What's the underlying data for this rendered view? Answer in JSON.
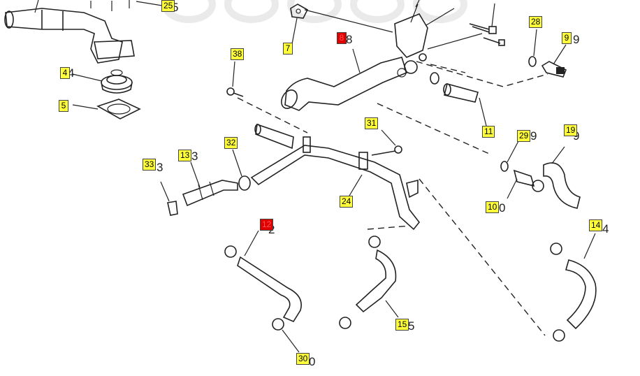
{
  "diagram": {
    "title": "",
    "callouts": [
      {
        "id": "c25",
        "label": "25",
        "color": "#ffff3a"
      },
      {
        "id": "c4",
        "label": "4",
        "color": "#ffff3a"
      },
      {
        "id": "c5",
        "label": "5",
        "color": "#ffff3a"
      },
      {
        "id": "c7",
        "label": "7",
        "color": "#ffff3a"
      },
      {
        "id": "c8",
        "label": "8",
        "color": "#e00000"
      },
      {
        "id": "c38",
        "label": "38",
        "color": "#ffff3a"
      },
      {
        "id": "c28",
        "label": "28",
        "color": "#ffff3a"
      },
      {
        "id": "c9",
        "label": "9",
        "color": "#ffff3a"
      },
      {
        "id": "c11",
        "label": "11",
        "color": "#ffff3a"
      },
      {
        "id": "c31",
        "label": "31",
        "color": "#ffff3a"
      },
      {
        "id": "c32",
        "label": "32",
        "color": "#ffff3a"
      },
      {
        "id": "c33",
        "label": "33",
        "color": "#ffff3a"
      },
      {
        "id": "c13",
        "label": "13",
        "color": "#ffff3a"
      },
      {
        "id": "c29",
        "label": "29",
        "color": "#ffff3a"
      },
      {
        "id": "c19",
        "label": "19",
        "color": "#ffff3a"
      },
      {
        "id": "c24",
        "label": "24",
        "color": "#ffff3a"
      },
      {
        "id": "c10",
        "label": "10",
        "color": "#ffff3a"
      },
      {
        "id": "c12",
        "label": "12",
        "color": "#e00000"
      },
      {
        "id": "c14",
        "label": "14",
        "color": "#ffff3a"
      },
      {
        "id": "c15",
        "label": "15",
        "color": "#ffff3a"
      },
      {
        "id": "c30",
        "label": "30",
        "color": "#ffff3a"
      }
    ],
    "ghost_numbers": [
      {
        "id": "g25",
        "text": "5"
      },
      {
        "id": "g4",
        "text": "4"
      },
      {
        "id": "g8",
        "text": "8"
      },
      {
        "id": "g9",
        "text": "9"
      },
      {
        "id": "g33",
        "text": "3"
      },
      {
        "id": "g13",
        "text": "3"
      },
      {
        "id": "g29",
        "text": "9"
      },
      {
        "id": "g19",
        "text": "9"
      },
      {
        "id": "g10",
        "text": "0"
      },
      {
        "id": "g12",
        "text": "2"
      },
      {
        "id": "g14",
        "text": "4"
      },
      {
        "id": "g15",
        "text": "5"
      },
      {
        "id": "g30",
        "text": "0"
      }
    ]
  }
}
